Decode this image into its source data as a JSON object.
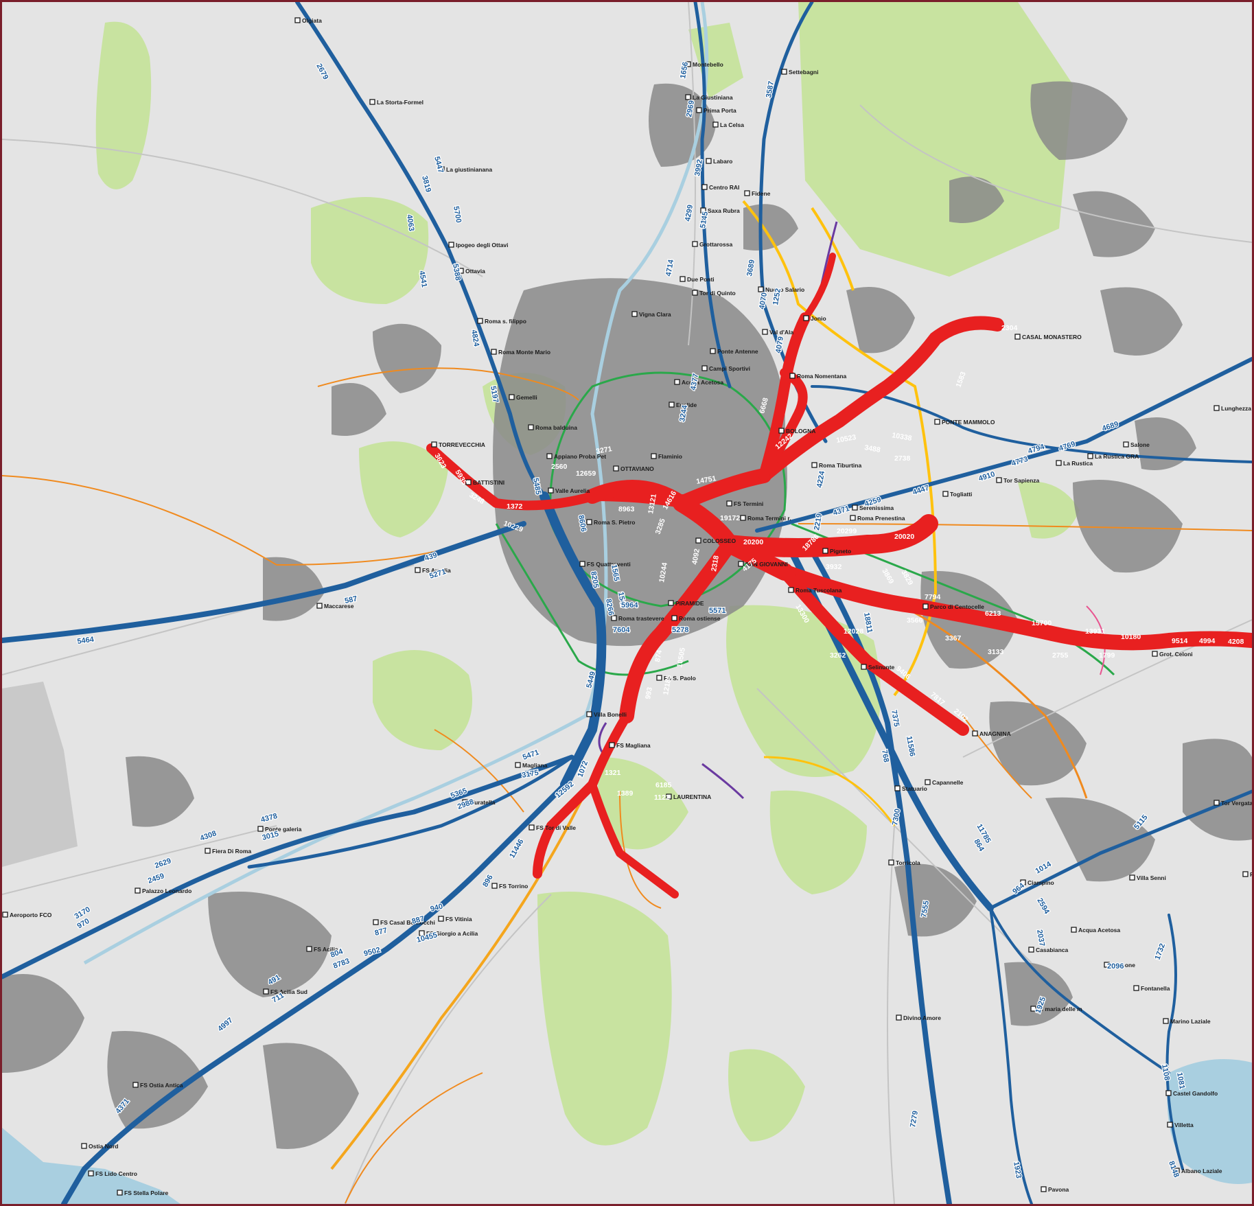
{
  "colors": {
    "frame": "#7a1f2b",
    "background": "#e4e4e4",
    "urban_area": "#8a8a8a",
    "green_area": "#c8e3a0",
    "water": "#a9cfe0",
    "road": "#c8c8c8",
    "rail_line": "#1f5f9e",
    "metro_line": "#e82020",
    "tram_green": "#2aa84a",
    "tram_orange": "#f08a1e",
    "tram_yellow": "#ffc20e",
    "tram_purple": "#6a3aa0",
    "station_marker": "#1a1a1a"
  },
  "icons": {
    "station": "square-marker-icon"
  },
  "stations": [
    {
      "id": "olgiata",
      "label": "Olgiata"
    },
    {
      "id": "la-storta",
      "label": "La Storta-Formel"
    },
    {
      "id": "la-giustinianana",
      "label": "La giustinianana"
    },
    {
      "id": "ipogeo",
      "label": "Ipogeo degli Ottavi"
    },
    {
      "id": "ottavia",
      "label": "Ottavia"
    },
    {
      "id": "roma-s-filippo",
      "label": "Roma s. filippo"
    },
    {
      "id": "roma-monte-mario",
      "label": "Roma Monte Mario"
    },
    {
      "id": "gemelli",
      "label": "Gemelli"
    },
    {
      "id": "roma-balduina",
      "label": "Roma balduina"
    },
    {
      "id": "appiano-proba",
      "label": "Appiano Proba Pet"
    },
    {
      "id": "torrevecchia",
      "label": "TORREVECCHIA"
    },
    {
      "id": "battistini",
      "label": "BATTISTINI"
    },
    {
      "id": "valle-aurelia",
      "label": "Valle Aurelia"
    },
    {
      "id": "roma-s-pietro",
      "label": "Roma S. Pietro"
    },
    {
      "id": "fs-aurelia",
      "label": "FS Aurelia"
    },
    {
      "id": "maccarese",
      "label": "Maccarese"
    },
    {
      "id": "ottaviano",
      "label": "OTTAVIANO"
    },
    {
      "id": "flaminio",
      "label": "Flaminio"
    },
    {
      "id": "montebello",
      "label": "Montebello"
    },
    {
      "id": "la-giustiniana",
      "label": "La Giustiniana"
    },
    {
      "id": "prima-porta",
      "label": "Prima Porta"
    },
    {
      "id": "la-celsa",
      "label": "La Celsa"
    },
    {
      "id": "labaro",
      "label": "Labaro"
    },
    {
      "id": "centro-rai",
      "label": "Centro RAI"
    },
    {
      "id": "saxa-rubra",
      "label": "Saxa Rubra"
    },
    {
      "id": "grottarossa",
      "label": "Grottarossa"
    },
    {
      "id": "due-ponti",
      "label": "Due Ponti"
    },
    {
      "id": "tor-di-quinto",
      "label": "Tor di Quinto"
    },
    {
      "id": "vigna-clara",
      "label": "Vigna Clara"
    },
    {
      "id": "ponte-antenne",
      "label": "Ponte Antenne"
    },
    {
      "id": "campi-sportivi",
      "label": "Campi Sportivi"
    },
    {
      "id": "acqua-acetosa",
      "label": "Acqua Acetosa"
    },
    {
      "id": "euclide",
      "label": "Euclide"
    },
    {
      "id": "settebagni",
      "label": "Settebagni"
    },
    {
      "id": "fidene",
      "label": "Fidene"
    },
    {
      "id": "nuovo-salario",
      "label": "Nuovo Salario"
    },
    {
      "id": "val-d-ala",
      "label": "Val d'Ala"
    },
    {
      "id": "jonio",
      "label": "Jonio"
    },
    {
      "id": "roma-nomentana",
      "label": "Roma Nomentana"
    },
    {
      "id": "bologna",
      "label": "BOLOGNA"
    },
    {
      "id": "roma-tiburtina",
      "label": "Roma Tiburtina"
    },
    {
      "id": "casal-monastero",
      "label": "CASAL MONASTERO"
    },
    {
      "id": "ponte-mammolo",
      "label": "PONTE MAMMOLO"
    },
    {
      "id": "lunghezza",
      "label": "Lunghezza"
    },
    {
      "id": "salone",
      "label": "Salone"
    },
    {
      "id": "la-rustica-gra",
      "label": "La Rustica GRA"
    },
    {
      "id": "la-rustica",
      "label": "La Rustica"
    },
    {
      "id": "tor-sapienza",
      "label": "Tor Sapienza"
    },
    {
      "id": "togliatti",
      "label": "Togliatti"
    },
    {
      "id": "serenissima",
      "label": "Serenissima"
    },
    {
      "id": "roma-prenestina",
      "label": "Roma Prenestina"
    },
    {
      "id": "fs-termini",
      "label": "FS Termini"
    },
    {
      "id": "roma-termini-r",
      "label": "Roma Termini r."
    },
    {
      "id": "colosseo",
      "label": "COLOSSEO"
    },
    {
      "id": "san-giovanni",
      "label": "SAN GIOVANNI"
    },
    {
      "id": "pigneto",
      "label": "Pigneto"
    },
    {
      "id": "roma-tuscolana",
      "label": "Roma Tuscolana"
    },
    {
      "id": "parco-centocelle",
      "label": "Parco di Centocelle"
    },
    {
      "id": "grotte-celoni",
      "label": "Grot. Celoni"
    },
    {
      "id": "fs-quattroventi",
      "label": "FS Quattroventi"
    },
    {
      "id": "roma-trastevere",
      "label": "Roma trastevere"
    },
    {
      "id": "roma-ostiense",
      "label": "Roma ostiense"
    },
    {
      "id": "piramide",
      "label": "PIRAMIDE"
    },
    {
      "id": "fs-s-paolo",
      "label": "FS S. Paolo"
    },
    {
      "id": "villa-bonelli",
      "label": "Villa Bonelli"
    },
    {
      "id": "fs-magliana",
      "label": "FS Magliana"
    },
    {
      "id": "magliana",
      "label": "Magliana"
    },
    {
      "id": "laurentina",
      "label": "LAURENTINA"
    },
    {
      "id": "muratella",
      "label": "Muratella"
    },
    {
      "id": "ponte-galeria",
      "label": "Ponte galeria"
    },
    {
      "id": "fiera-di-roma",
      "label": "Fiera Di Roma"
    },
    {
      "id": "palazzo-leonardo",
      "label": "Palazzo Leonardo"
    },
    {
      "id": "aeroporto-fco",
      "label": "Aeroporto FCO"
    },
    {
      "id": "fs-tor-di-valle",
      "label": "FS Tor di Valle"
    },
    {
      "id": "fs-torrino",
      "label": "FS Torrino"
    },
    {
      "id": "fs-vitinia",
      "label": "FS Vitinia"
    },
    {
      "id": "fs-casal-bernocchi",
      "label": "FS Casal Bernocchi"
    },
    {
      "id": "fs-giorgio-acilia",
      "label": "FS Giorgio a Acilia"
    },
    {
      "id": "fs-acilia",
      "label": "FS Acilia"
    },
    {
      "id": "fs-acilia-sud",
      "label": "FS Acilia Sud"
    },
    {
      "id": "fs-ostia-antica",
      "label": "FS Ostia Antica"
    },
    {
      "id": "ostia-nord",
      "label": "Ostia Nord"
    },
    {
      "id": "fs-lido-centro",
      "label": "FS Lido Centro"
    },
    {
      "id": "fs-stella-polare",
      "label": "FS Stella Polare"
    },
    {
      "id": "selinunte",
      "label": "Selinunte"
    },
    {
      "id": "anagnina",
      "label": "ANAGNINA"
    },
    {
      "id": "statuario",
      "label": "Statuario"
    },
    {
      "id": "capannelle",
      "label": "Capannelle"
    },
    {
      "id": "torricola",
      "label": "Torricola"
    },
    {
      "id": "tor-vergata",
      "label": "Tor Vergata"
    },
    {
      "id": "villa-senni",
      "label": "Villa Senni"
    },
    {
      "id": "ciampino",
      "label": "Ciampino"
    },
    {
      "id": "acqua-acetosa-s",
      "label": "Acqua Acetosa"
    },
    {
      "id": "casabianca",
      "label": "Casabianca"
    },
    {
      "id": "sassone",
      "label": "Sassone"
    },
    {
      "id": "fontanella",
      "label": "Fontanella"
    },
    {
      "id": "s-maria-delle-m",
      "label": "S. maria delle m"
    },
    {
      "id": "divino-amore",
      "label": "Divino Amore"
    },
    {
      "id": "marino-laziale",
      "label": "Marino Laziale"
    },
    {
      "id": "castel-gandolfo",
      "label": "Castel Gandolfo"
    },
    {
      "id": "villetta",
      "label": "Villetta"
    },
    {
      "id": "albano-laziale",
      "label": "Albano Laziale"
    },
    {
      "id": "pavona",
      "label": "Pavona"
    },
    {
      "id": "frattocchie",
      "label": "Fr"
    }
  ],
  "flow_labels": [
    {
      "id": "f2679",
      "value": "2679"
    },
    {
      "id": "f5447",
      "value": "5447"
    },
    {
      "id": "f3819",
      "value": "3819"
    },
    {
      "id": "f4063",
      "value": "4063"
    },
    {
      "id": "f5700",
      "value": "5700"
    },
    {
      "id": "f4541",
      "value": "4541"
    },
    {
      "id": "f5388",
      "value": "5388"
    },
    {
      "id": "f4824",
      "value": "4824"
    },
    {
      "id": "f5197",
      "value": "5197"
    },
    {
      "id": "f5485",
      "value": "5485"
    },
    {
      "id": "f1656",
      "value": "1656"
    },
    {
      "id": "f2969",
      "value": "2969"
    },
    {
      "id": "f3587",
      "value": "3587"
    },
    {
      "id": "f3992",
      "value": "3992"
    },
    {
      "id": "f4299",
      "value": "4299"
    },
    {
      "id": "f5145",
      "value": "5145"
    },
    {
      "id": "f4714",
      "value": "4714"
    },
    {
      "id": "f3689",
      "value": "3689"
    },
    {
      "id": "f4070",
      "value": "4070"
    },
    {
      "id": "f1252",
      "value": "1252"
    },
    {
      "id": "f4079",
      "value": "4079"
    },
    {
      "id": "f4377",
      "value": "4377"
    },
    {
      "id": "f3244",
      "value": "3244"
    },
    {
      "id": "f4689",
      "value": "4689"
    },
    {
      "id": "f4769",
      "value": "4769"
    },
    {
      "id": "f4794",
      "value": "4794"
    },
    {
      "id": "f4773",
      "value": "4773"
    },
    {
      "id": "f4910",
      "value": "4910"
    },
    {
      "id": "f4447",
      "value": "4447"
    },
    {
      "id": "f4371",
      "value": "4371"
    },
    {
      "id": "f4259",
      "value": "4259"
    },
    {
      "id": "f2219",
      "value": "2219"
    },
    {
      "id": "f4224",
      "value": "4224"
    },
    {
      "id": "f8606",
      "value": "8606"
    },
    {
      "id": "f8205",
      "value": "8205"
    },
    {
      "id": "f8266",
      "value": "8266"
    },
    {
      "id": "f1565",
      "value": "1565"
    },
    {
      "id": "f1547",
      "value": "1547"
    },
    {
      "id": "f439",
      "value": "439"
    },
    {
      "id": "f5271",
      "value": "5271"
    },
    {
      "id": "f587",
      "value": "587"
    },
    {
      "id": "f5464",
      "value": "5464"
    },
    {
      "id": "f5964",
      "value": "5964"
    },
    {
      "id": "f7604",
      "value": "7604"
    },
    {
      "id": "f5571",
      "value": "5571"
    },
    {
      "id": "f5278",
      "value": "5278"
    },
    {
      "id": "f5449",
      "value": "5449"
    },
    {
      "id": "f5471",
      "value": "5471"
    },
    {
      "id": "f3175",
      "value": "3175"
    },
    {
      "id": "f5365",
      "value": "5365"
    },
    {
      "id": "f2988",
      "value": "2988"
    },
    {
      "id": "f4378",
      "value": "4378"
    },
    {
      "id": "f3015",
      "value": "3015"
    },
    {
      "id": "f4308",
      "value": "4308"
    },
    {
      "id": "f2629",
      "value": "2629"
    },
    {
      "id": "f2459",
      "value": "2459"
    },
    {
      "id": "f3170",
      "value": "3170"
    },
    {
      "id": "f970",
      "value": "970"
    },
    {
      "id": "f1072",
      "value": "1072"
    },
    {
      "id": "f12592",
      "value": "12592"
    },
    {
      "id": "f11446",
      "value": "11446"
    },
    {
      "id": "f896",
      "value": "896"
    },
    {
      "id": "f940",
      "value": "940"
    },
    {
      "id": "f887",
      "value": "887"
    },
    {
      "id": "f877",
      "value": "877"
    },
    {
      "id": "f10455",
      "value": "10455"
    },
    {
      "id": "f9502",
      "value": "9502"
    },
    {
      "id": "f804",
      "value": "804"
    },
    {
      "id": "f8783",
      "value": "8783"
    },
    {
      "id": "f491",
      "value": "491"
    },
    {
      "id": "f711",
      "value": "711"
    },
    {
      "id": "f4997",
      "value": "4997"
    },
    {
      "id": "f4371b",
      "value": "4371"
    },
    {
      "id": "f18811",
      "value": "18811"
    },
    {
      "id": "f7375",
      "value": "7375"
    },
    {
      "id": "f768",
      "value": "768"
    },
    {
      "id": "f11586",
      "value": "11586"
    },
    {
      "id": "f7300",
      "value": "7300"
    },
    {
      "id": "f11785",
      "value": "11785"
    },
    {
      "id": "f864",
      "value": "864"
    },
    {
      "id": "f7555",
      "value": "7555"
    },
    {
      "id": "f7279",
      "value": "7279"
    },
    {
      "id": "f5115",
      "value": "5115"
    },
    {
      "id": "f1014",
      "value": "1014"
    },
    {
      "id": "f964",
      "value": "964"
    },
    {
      "id": "f2594",
      "value": "2594"
    },
    {
      "id": "f2037",
      "value": "2037"
    },
    {
      "id": "f1925",
      "value": "1925"
    },
    {
      "id": "f2096",
      "value": "2096"
    },
    {
      "id": "f1732",
      "value": "1732"
    },
    {
      "id": "f1108",
      "value": "1108"
    },
    {
      "id": "f1081",
      "value": "1081"
    },
    {
      "id": "f1923",
      "value": "1923"
    },
    {
      "id": "f8148",
      "value": "8148"
    }
  ],
  "metro_labels": [
    {
      "id": "m3623",
      "value": "3623"
    },
    {
      "id": "m5935",
      "value": "5935"
    },
    {
      "id": "m3248",
      "value": "3248"
    },
    {
      "id": "m1372",
      "value": "1372"
    },
    {
      "id": "m10229",
      "value": "10229"
    },
    {
      "id": "m2560",
      "value": "2560"
    },
    {
      "id": "m3271",
      "value": "3271"
    },
    {
      "id": "m12659",
      "value": "12659"
    },
    {
      "id": "m8963",
      "value": "8963"
    },
    {
      "id": "m14751",
      "value": "14751"
    },
    {
      "id": "m14616",
      "value": "14616"
    },
    {
      "id": "m13121",
      "value": "13121"
    },
    {
      "id": "m19172",
      "value": "19172"
    },
    {
      "id": "m20200",
      "value": "20200"
    },
    {
      "id": "m18786",
      "value": "18786"
    },
    {
      "id": "m20299",
      "value": "20299"
    },
    {
      "id": "m20020",
      "value": "20020"
    },
    {
      "id": "m10523",
      "value": "10523"
    },
    {
      "id": "m10338",
      "value": "10338"
    },
    {
      "id": "m12242",
      "value": "12242"
    },
    {
      "id": "m6668",
      "value": "6668"
    },
    {
      "id": "m3488",
      "value": "3488"
    },
    {
      "id": "m2738",
      "value": "2738"
    },
    {
      "id": "m2304",
      "value": "2304"
    },
    {
      "id": "m1583",
      "value": "1583"
    },
    {
      "id": "m3932",
      "value": "3932"
    },
    {
      "id": "m3869",
      "value": "3869"
    },
    {
      "id": "m3829",
      "value": "3829"
    },
    {
      "id": "m7794",
      "value": "7794"
    },
    {
      "id": "m6213",
      "value": "6213"
    },
    {
      "id": "m15700",
      "value": "15700"
    },
    {
      "id": "m13931",
      "value": "13931"
    },
    {
      "id": "m10180",
      "value": "10180"
    },
    {
      "id": "m9514",
      "value": "9514"
    },
    {
      "id": "m4994",
      "value": "4994"
    },
    {
      "id": "m4208",
      "value": "4208"
    },
    {
      "id": "m3566",
      "value": "3566"
    },
    {
      "id": "m3367",
      "value": "3367"
    },
    {
      "id": "m3133",
      "value": "3133"
    },
    {
      "id": "m2755",
      "value": "2755"
    },
    {
      "id": "m1799",
      "value": "1799"
    },
    {
      "id": "m12028",
      "value": "12028"
    },
    {
      "id": "m3262",
      "value": "3262"
    },
    {
      "id": "m9406",
      "value": "9406"
    },
    {
      "id": "m7817",
      "value": "7817"
    },
    {
      "id": "m2102",
      "value": "2102"
    },
    {
      "id": "m3285",
      "value": "3285"
    },
    {
      "id": "m4092",
      "value": "4092"
    },
    {
      "id": "m2318",
      "value": "2318"
    },
    {
      "id": "m4175",
      "value": "4175"
    },
    {
      "id": "m13300",
      "value": "13300"
    },
    {
      "id": "m10505",
      "value": "10505"
    },
    {
      "id": "m12185",
      "value": "12185"
    },
    {
      "id": "m874",
      "value": "874"
    },
    {
      "id": "m993",
      "value": "993"
    },
    {
      "id": "m1321",
      "value": "1321"
    },
    {
      "id": "m6185",
      "value": "6185"
    },
    {
      "id": "m1389",
      "value": "1389"
    },
    {
      "id": "m1122",
      "value": "1122"
    },
    {
      "id": "m10244",
      "value": "10244"
    }
  ]
}
